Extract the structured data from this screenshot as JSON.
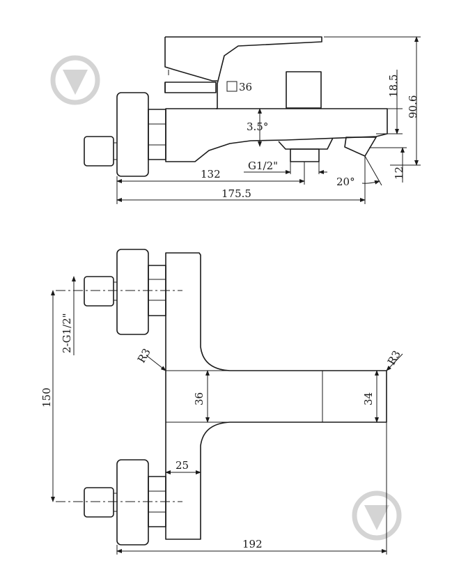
{
  "watermark": {
    "icon": "download-arrow-icon",
    "color": "#d4d4d4"
  },
  "top_view": {
    "dims": {
      "outlet": "G1/2\"",
      "length_inner": "132",
      "length_total": "175.5",
      "square": "36",
      "angle_body": "3.5°",
      "angle_spout": "20°",
      "height_handle": "18.5",
      "height_total": "90.6",
      "height_spout": "12"
    }
  },
  "front_view": {
    "dims": {
      "inlets": "2-G1/2\"",
      "spacing": "150",
      "radius_left": "R3",
      "radius_right": "R3",
      "body_height": "36",
      "spout_height": "34",
      "stem_width": "25",
      "total_width": "192"
    }
  }
}
